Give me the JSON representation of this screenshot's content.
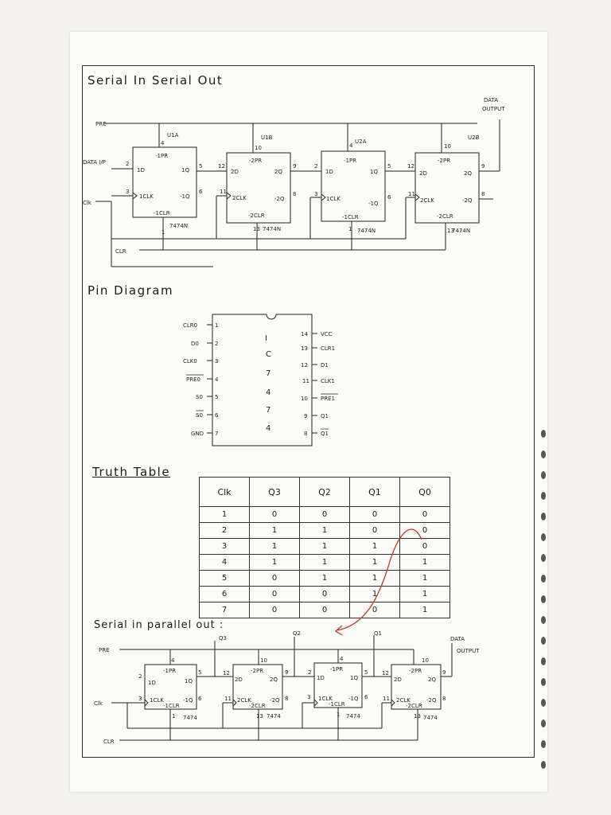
{
  "sections": {
    "siso_title": "Serial In Serial Out",
    "pin_title": "Pin Diagram",
    "truth_title": "Truth Table",
    "sipo_title": "Serial in parallel out :"
  },
  "siso": {
    "pre_label": "PRE",
    "data_input": "DATA I/P",
    "clk_label": "Clk",
    "clr_label": "CLR",
    "data_output_1": "DATA",
    "data_output_2": "OUTPUT",
    "chips": [
      {
        "name": "U1A",
        "pr": "-1PR",
        "d": "1D",
        "q": "1Q",
        "clk": "1CLK",
        "qb": "-1Q",
        "clr": "-1CLR",
        "part": "7474N",
        "pin_pr": "4",
        "pin_d": "2",
        "pin_q": "5",
        "pin_clk": "3",
        "pin_qb": "6",
        "pin_clr": "1"
      },
      {
        "name": "U1B",
        "pr": "-2PR",
        "d": "2D",
        "q": "2Q",
        "clk": "2CLK",
        "qb": "-2Q",
        "clr": "-2CLR",
        "part": "7474N",
        "pin_pr": "10",
        "pin_d": "12",
        "pin_q": "9",
        "pin_clk": "11",
        "pin_qb": "8",
        "pin_clr": "13"
      },
      {
        "name": "U2A",
        "pr": "-1PR",
        "d": "1D",
        "q": "1Q",
        "clk": "1CLK",
        "qb": "-1Q",
        "clr": "-1CLR",
        "part": "7474N",
        "pin_pr": "4",
        "pin_d": "2",
        "pin_q": "5",
        "pin_clk": "3",
        "pin_qb": "6",
        "pin_clr": "1"
      },
      {
        "name": "U2B",
        "pr": "-2PR",
        "d": "2D",
        "q": "2Q",
        "clk": "2CLK",
        "qb": "-2Q",
        "clr": "-2CLR",
        "part": "7474N",
        "pin_pr": "10",
        "pin_d": "12",
        "pin_q": "9",
        "pin_clk": "11",
        "pin_qb": "8",
        "pin_clr": "13"
      }
    ]
  },
  "pin_diagram": {
    "left": [
      {
        "label": "CLR0",
        "pin": "1"
      },
      {
        "label": "D0",
        "pin": "2"
      },
      {
        "label": "CLK0",
        "pin": "3"
      },
      {
        "label": "PRE0",
        "pin": "4"
      },
      {
        "label": "S0",
        "pin": "5"
      },
      {
        "label": "S0",
        "pin": "6"
      },
      {
        "label": "GND",
        "pin": "7"
      }
    ],
    "right": [
      {
        "label": "VCC",
        "pin": "14"
      },
      {
        "label": "CLR1",
        "pin": "13"
      },
      {
        "label": "D1",
        "pin": "12"
      },
      {
        "label": "CLK1",
        "pin": "11"
      },
      {
        "label": "PRE1",
        "pin": "10"
      },
      {
        "label": "Q1",
        "pin": "9"
      },
      {
        "label": "Q1",
        "pin": "8"
      }
    ],
    "chip_text": [
      "I",
      "C",
      "7",
      "4",
      "7",
      "4"
    ]
  },
  "truth_table": {
    "headers": [
      "Clk",
      "Q3",
      "Q2",
      "Q1",
      "Q0"
    ],
    "rows": [
      [
        "1",
        "0",
        "0",
        "0",
        "0"
      ],
      [
        "2",
        "1",
        "1",
        "0",
        "0"
      ],
      [
        "3",
        "1",
        "1",
        "1",
        "0"
      ],
      [
        "4",
        "1",
        "1",
        "1",
        "1"
      ],
      [
        "5",
        "0",
        "1",
        "1",
        "1"
      ],
      [
        "6",
        "0",
        "0",
        "1",
        "1"
      ],
      [
        "7",
        "0",
        "0",
        "0",
        "1"
      ]
    ]
  },
  "sipo": {
    "pre_label": "PRE",
    "clk_label": "Clk",
    "clr_label": "CLR",
    "data_output_1": "DATA",
    "data_output_2": "OUTPUT",
    "taps": [
      "Q3",
      "Q2",
      "Q1"
    ],
    "chips": [
      {
        "pr": "-1PR",
        "d": "1D",
        "q": "1Q",
        "clk": "1CLK",
        "qb": "-1Q",
        "clr": "-1CLR",
        "part": "7474",
        "pin_pr": "4",
        "pin_d": "2",
        "pin_q": "5",
        "pin_clk": "3",
        "pin_qb": "6",
        "pin_clr": "1"
      },
      {
        "pr": "-2PR",
        "d": "2D",
        "q": "2Q",
        "clk": "2CLK",
        "qb": "-2Q",
        "clr": "-2CLR",
        "part": "7474",
        "pin_pr": "10",
        "pin_d": "12",
        "pin_q": "9",
        "pin_clk": "11",
        "pin_qb": "8",
        "pin_clr": "13"
      },
      {
        "pr": "-1PR",
        "d": "1D",
        "q": "1Q",
        "clk": "1CLK",
        "qb": "-1Q",
        "clr": "-1CLR",
        "part": "7474",
        "pin_pr": "4",
        "pin_d": "2",
        "pin_q": "5",
        "pin_clk": "3",
        "pin_qb": "6",
        "pin_clr": "1"
      },
      {
        "pr": "-2PR",
        "d": "2D",
        "q": "2Q",
        "clk": "2CLK",
        "qb": "-2Q",
        "clr": "-2CLR",
        "part": "7474",
        "pin_pr": "10",
        "pin_d": "12",
        "pin_q": "9",
        "pin_clk": "11",
        "pin_qb": "8",
        "pin_clr": "13"
      }
    ]
  },
  "colors": {
    "ink": "#222222",
    "annotation": "#c0392b"
  }
}
